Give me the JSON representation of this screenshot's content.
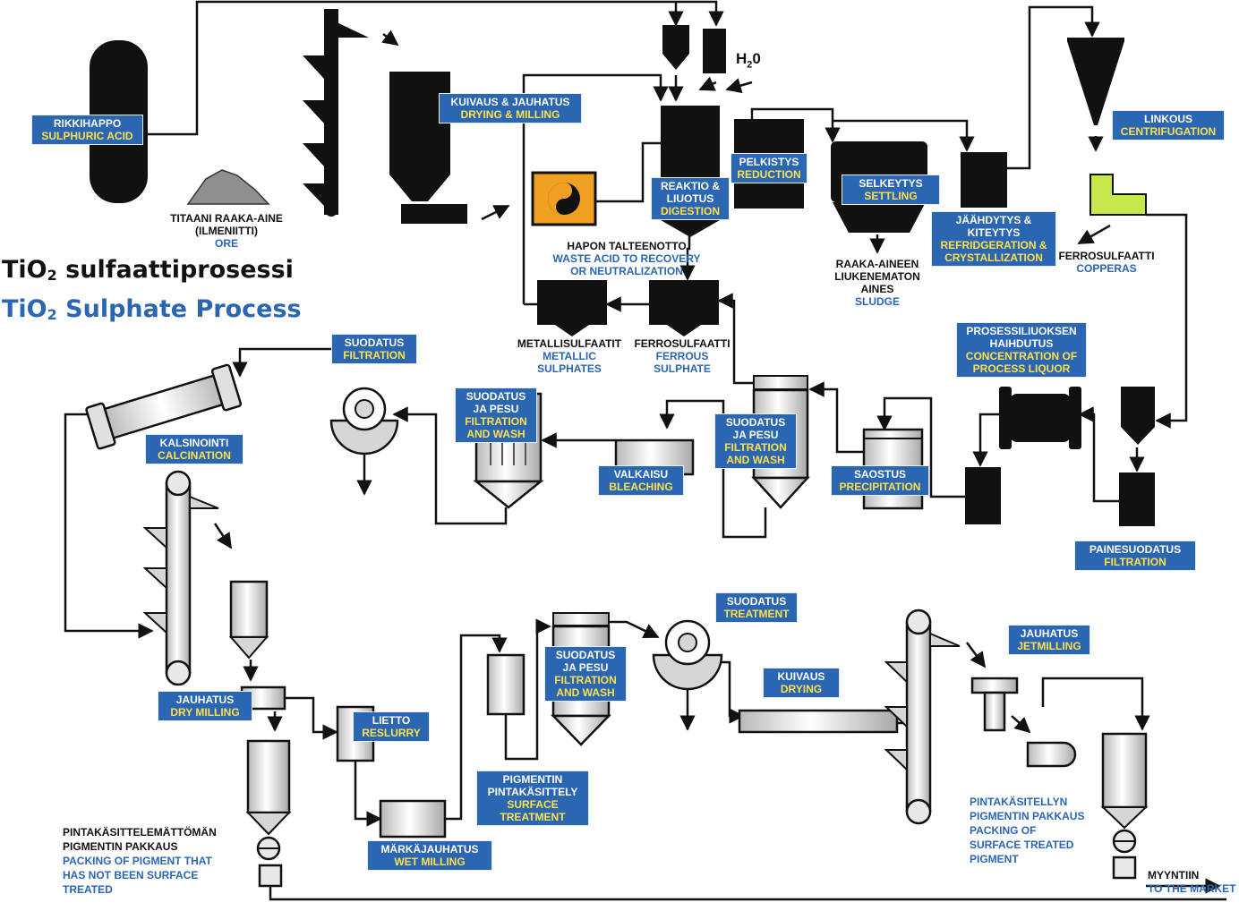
{
  "title": {
    "fi_prefix": "TiO",
    "fi_sub": "2",
    "fi_suffix": " sulfaattiprosessi",
    "en_prefix": "TiO",
    "en_sub": "2",
    "en_suffix": " Sulphate Process"
  },
  "h2o": {
    "base": "H",
    "sub": "2",
    "end": "0"
  },
  "labels": {
    "rikkihappo": {
      "fi": "RIKKIHAPPO",
      "en": "SULPHURIC ACID"
    },
    "kuivaus_jauhatus": {
      "fi": "KUIVAUS & JAUHATUS",
      "en": "DRYING & MILLING"
    },
    "reaktio": {
      "fi1": "REAKTIO &",
      "fi2": "LIUOTUS",
      "en": "DIGESTION"
    },
    "pelkistys": {
      "fi": "PELKISTYS",
      "en": "REDUCTION"
    },
    "selkeytys": {
      "fi": "SELKEYTYS",
      "en": "SETTLING"
    },
    "jaahdytys": {
      "fi1": "JÄÄHDYTYS &",
      "fi2": "KITEYTYS",
      "en1": "REFRIDGERATION &",
      "en2": "CRYSTALLIZATION"
    },
    "linkous": {
      "fi": "LINKOUS",
      "en": "CENTRIFUGATION"
    },
    "suodatus_filtration": {
      "fi": "SUODATUS",
      "en": "FILTRATION"
    },
    "suodatus_pesu_1": {
      "fi1": "SUODATUS",
      "fi2": "JA PESU",
      "en1": "FILTRATION",
      "en2": "AND WASH"
    },
    "suodatus_pesu_2": {
      "fi1": "SUODATUS",
      "fi2": "JA PESU",
      "en1": "FILTRATION",
      "en2": "AND WASH"
    },
    "kalsinointi": {
      "fi": "KALSINOINTI",
      "en": "CALCINATION"
    },
    "valkaisu": {
      "fi": "VALKAISU",
      "en": "BLEACHING"
    },
    "saostus": {
      "fi": "SAOSTUS",
      "en": "PRECIPITATION"
    },
    "prosessiliuoksen": {
      "fi1": "PROSESSILIUOKSEN",
      "fi2": "HAIHDUTUS",
      "en1": "CONCENTRATION OF",
      "en2": "PROCESS LIQUOR"
    },
    "painesuodatus": {
      "fi": "PAINESUODATUS",
      "en": "FILTRATION"
    },
    "jauhatus_dry": {
      "fi": "JAUHATUS",
      "en": "DRY MILLING"
    },
    "lietto": {
      "fi": "LIETTO",
      "en": "RESLURRY"
    },
    "markajauhatus": {
      "fi": "MÄRKÄJAUHATUS",
      "en": "WET MILLING"
    },
    "pigmentin_pinta": {
      "fi1": "PIGMENTIN",
      "fi2": "PINTAKÄSITTELY",
      "en1": "SURFACE",
      "en2": "TREATMENT"
    },
    "suodatus_pesu_3": {
      "fi1": "SUODATUS",
      "fi2": "JA PESU",
      "en1": "FILTRATION",
      "en2": "AND WASH"
    },
    "suodatus_treatment": {
      "fi": "SUODATUS",
      "en": "TREATMENT"
    },
    "kuivaus_drying": {
      "fi": "KUIVAUS",
      "en": "DRYING"
    },
    "jauhatus_jet": {
      "fi": "JAUHATUS",
      "en": "JETMILLING"
    }
  },
  "plain": {
    "ore": {
      "fi1": "TITAANI RAAKA-AINE",
      "fi2": "(ILMENIITTI)",
      "en": "ORE"
    },
    "hapon": {
      "fi": "HAPON TALTEENOTTO",
      "en1": "WASTE ACID TO RECOVERY",
      "en2": "OR NEUTRALIZATION"
    },
    "sludge": {
      "fi1": "RAAKA-AINEEN",
      "fi2": "LIUKENEMATON",
      "fi3": "AINES",
      "en": "SLUDGE"
    },
    "copperas": {
      "fi": "FERROSULFAATTI",
      "en": "COPPERAS"
    },
    "metallisulfaatit": {
      "fi": "METALLISULFAATIT",
      "en1": "METALLIC",
      "en2": "SULPHATES"
    },
    "ferrosulfaatti": {
      "fi": "FERROSULFAATTI",
      "en1": "FERROUS",
      "en2": "SULPHATE"
    },
    "pinta_untreated": {
      "fi1": "PINTAKÄSITTELEMÄTTÖMÄN",
      "fi2": "PIGMENTIN PAKKAUS",
      "en1": "PACKING OF PIGMENT THAT",
      "en2": "HAS NOT BEEN SURFACE",
      "en3": "TREATED"
    },
    "pinta_treated": {
      "en1": "PINTAKÄSITELLYN",
      "en2": "PIGMENTIN PAKKAUS",
      "en3": "PACKING OF",
      "en4": "SURFACE TREATED",
      "en5": "PIGMENT"
    },
    "market": {
      "fi": "MYYNTIIN",
      "en": "TO THE MARKET"
    }
  },
  "colors": {
    "blue": "#2a66b2",
    "yellow": "#ffe04a",
    "black": "#111111",
    "grey": "#d6d6d6",
    "orange": "#f0a020",
    "green": "#c6e84a"
  }
}
